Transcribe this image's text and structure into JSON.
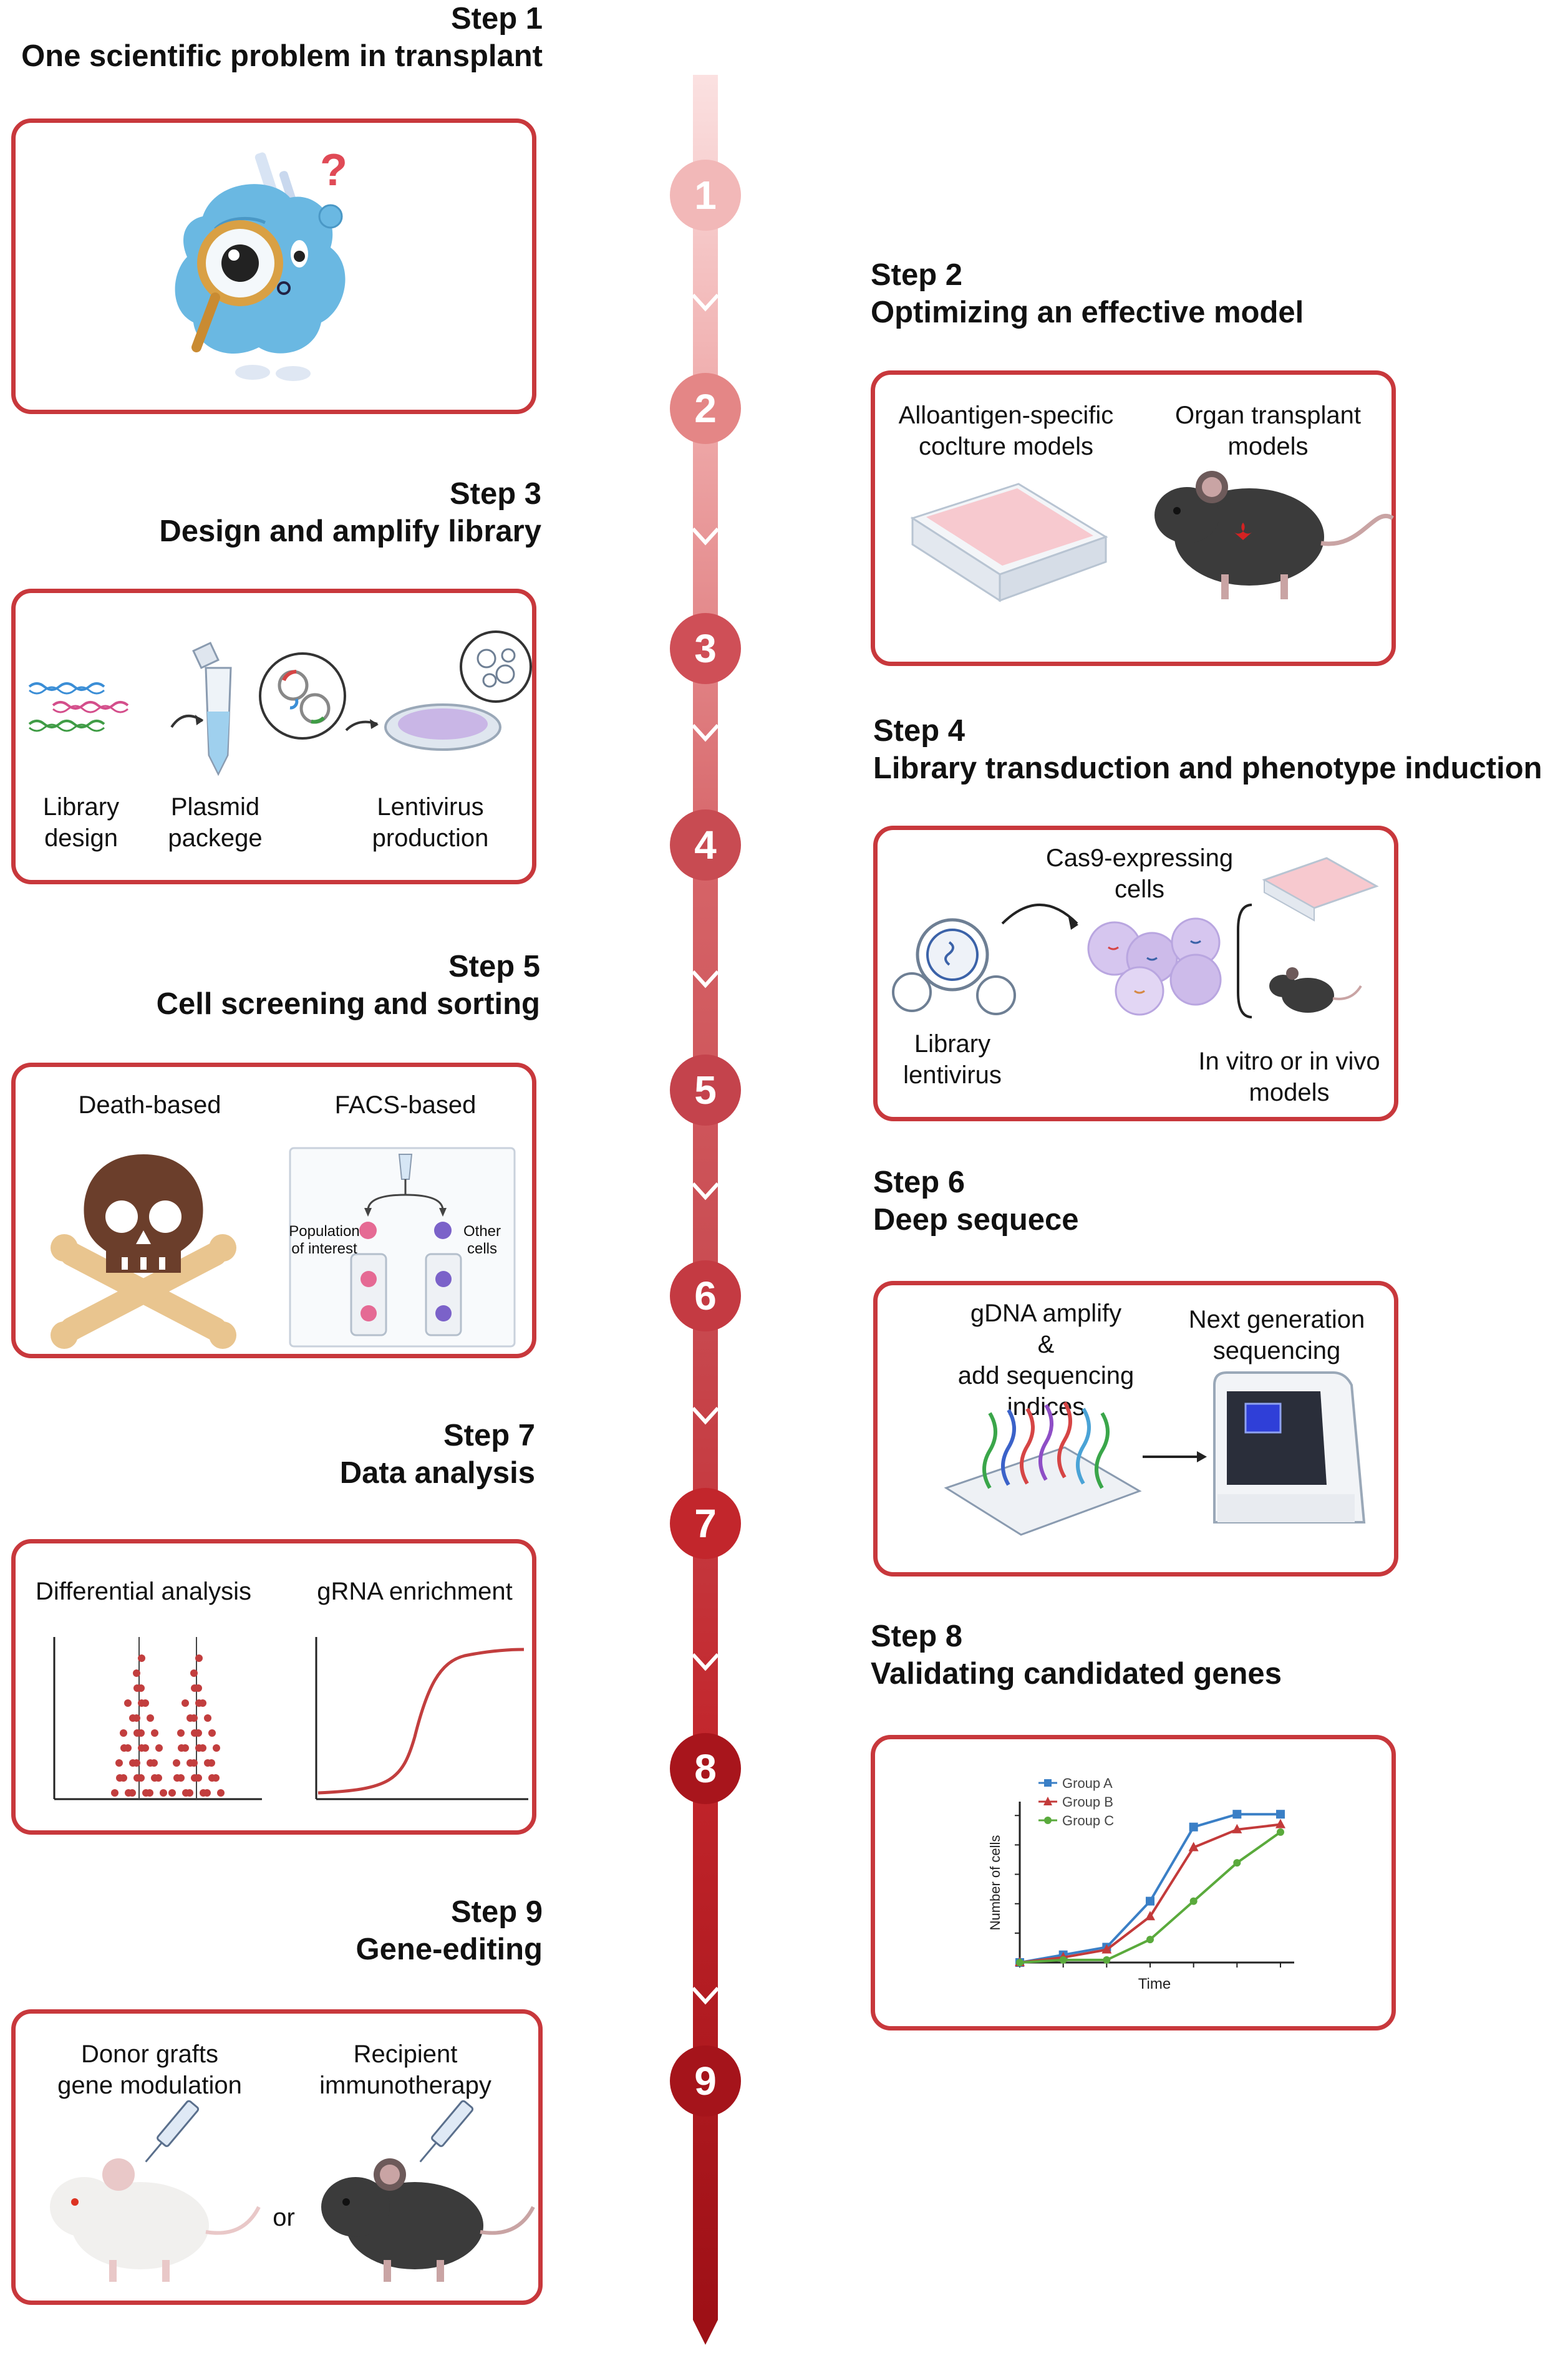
{
  "steps": [
    {
      "step": "Step 1",
      "title": "One scientific problem in transplant"
    },
    {
      "step": "Step 2",
      "title": "Optimizing an effective model"
    },
    {
      "step": "Step 3",
      "title": "Design and amplify library"
    },
    {
      "step": "Step 4",
      "title": "Library transduction and phenotype induction"
    },
    {
      "step": "Step 5",
      "title": "Cell screening and sorting"
    },
    {
      "step": "Step 6",
      "title": "Deep sequece"
    },
    {
      "step": "Step 7",
      "title": "Data analysis"
    },
    {
      "step": "Step 8",
      "title": "Validating candidated genes"
    },
    {
      "step": "Step 9",
      "title": "Gene-editing"
    }
  ],
  "timeline": {
    "numbers": [
      "1",
      "2",
      "3",
      "4",
      "5",
      "6",
      "7",
      "8",
      "9"
    ],
    "colors": [
      "#f2b8b8",
      "#e48686",
      "#cf4f57",
      "#c84b52",
      "#c4434c",
      "#c43a42",
      "#c2262c",
      "#a8151c",
      "#a5141b"
    ]
  },
  "box2": {
    "left_label": "Alloantigen-specific\ncoclture models",
    "right_label": "Organ transplant\nmodels"
  },
  "box3": {
    "label_1": "Library\ndesign",
    "label_2": "Plasmid\npackege",
    "label_3": "Lentivirus\nproduction"
  },
  "box4": {
    "cells_label": "Cas9-expressing\ncells",
    "virus_label": "Library\nlentivirus",
    "models_label": "In vitro or in vivo\nmodels"
  },
  "box5": {
    "left_label": "Death-based",
    "right_label": "FACS-based",
    "population_label": "Population\nof interest",
    "other_label": "Other\ncells"
  },
  "box6": {
    "left_label": "gDNA amplify\n&\nadd sequencing\nindices",
    "right_label": "Next generation\nsequencing"
  },
  "box7": {
    "left_label": "Differential analysis",
    "right_label": "gRNA enrichment"
  },
  "box8": {
    "ylabel": "Number of cells",
    "xlabel": "Time"
  },
  "box9": {
    "left_label": "Donor grafts\ngene modulation",
    "right_label": "Recipient\nimmunotherapy",
    "or_label": "or"
  },
  "chart_data": {
    "type": "line",
    "title": "",
    "xlabel": "Time",
    "ylabel": "Number of cells",
    "x": [
      0,
      1,
      2,
      3,
      4,
      5,
      6
    ],
    "series": [
      {
        "name": "Group A",
        "color": "#3a7fc6",
        "marker": "square",
        "values": [
          0,
          0.3,
          0.6,
          2.4,
          5.3,
          5.8,
          5.8
        ]
      },
      {
        "name": "Group B",
        "color": "#c33a3a",
        "marker": "triangle",
        "values": [
          0,
          0.2,
          0.5,
          1.8,
          4.5,
          5.2,
          5.4
        ]
      },
      {
        "name": "Group C",
        "color": "#5aaa3c",
        "marker": "circle",
        "values": [
          0,
          0.1,
          0.1,
          0.9,
          2.4,
          3.9,
          5.1
        ]
      }
    ],
    "grid": false,
    "legend": "top-left"
  }
}
